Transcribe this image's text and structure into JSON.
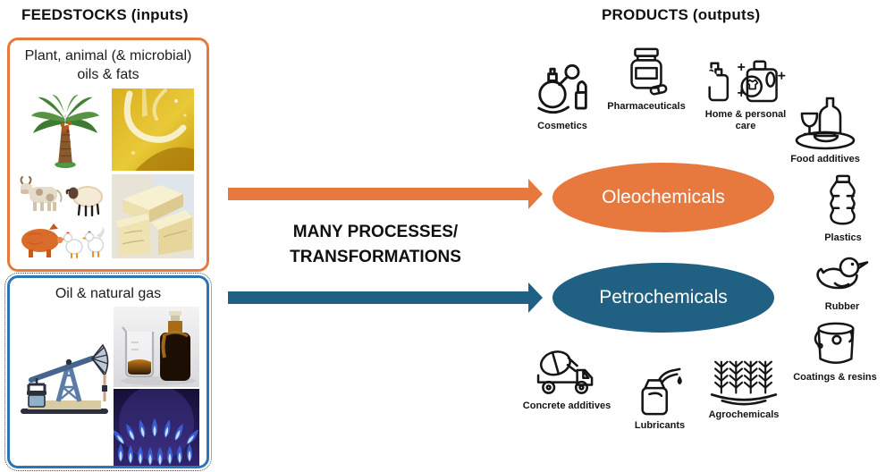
{
  "header": {
    "feedstocks_title": "FEEDSTOCKS (inputs)",
    "products_title": "PRODUCTS (outputs)"
  },
  "feedstocks": {
    "plant_box": {
      "caption_line1": "Plant, animal (& microbial)",
      "caption_line2": "oils & fats",
      "images": [
        "palm-tree",
        "golden-oil",
        "farm-animals",
        "butter-blocks"
      ]
    },
    "oil_box": {
      "caption": "Oil & natural gas",
      "images": [
        "oil-pump-jack",
        "beaker-and-oil-bottle",
        "gas-flames"
      ]
    }
  },
  "process": {
    "line1": "MANY PROCESSES/",
    "line2": "TRANSFORMATIONS"
  },
  "chemicals": {
    "oleo_label": "Oleochemicals",
    "petro_label": "Petrochemicals"
  },
  "products": {
    "items": [
      {
        "id": "cosmetics",
        "label": "Cosmetics"
      },
      {
        "id": "pharmaceuticals",
        "label": "Pharmaceuticals"
      },
      {
        "id": "home-personal-care",
        "label": "Home & personal care"
      },
      {
        "id": "food-additives",
        "label": "Food additives"
      },
      {
        "id": "plastics",
        "label": "Plastics"
      },
      {
        "id": "rubber",
        "label": "Rubber"
      },
      {
        "id": "coatings-resins",
        "label": "Coatings & resins"
      },
      {
        "id": "concrete-additives",
        "label": "Concrete additives"
      },
      {
        "id": "lubricants",
        "label": "Lubricants"
      },
      {
        "id": "agrochemicals",
        "label": "Agrochemicals"
      }
    ]
  },
  "colors": {
    "orange": "#E8793E",
    "petro_blue": "#1F6083",
    "oil_box_border_blue": "#2E75B6",
    "text": "#141414"
  }
}
